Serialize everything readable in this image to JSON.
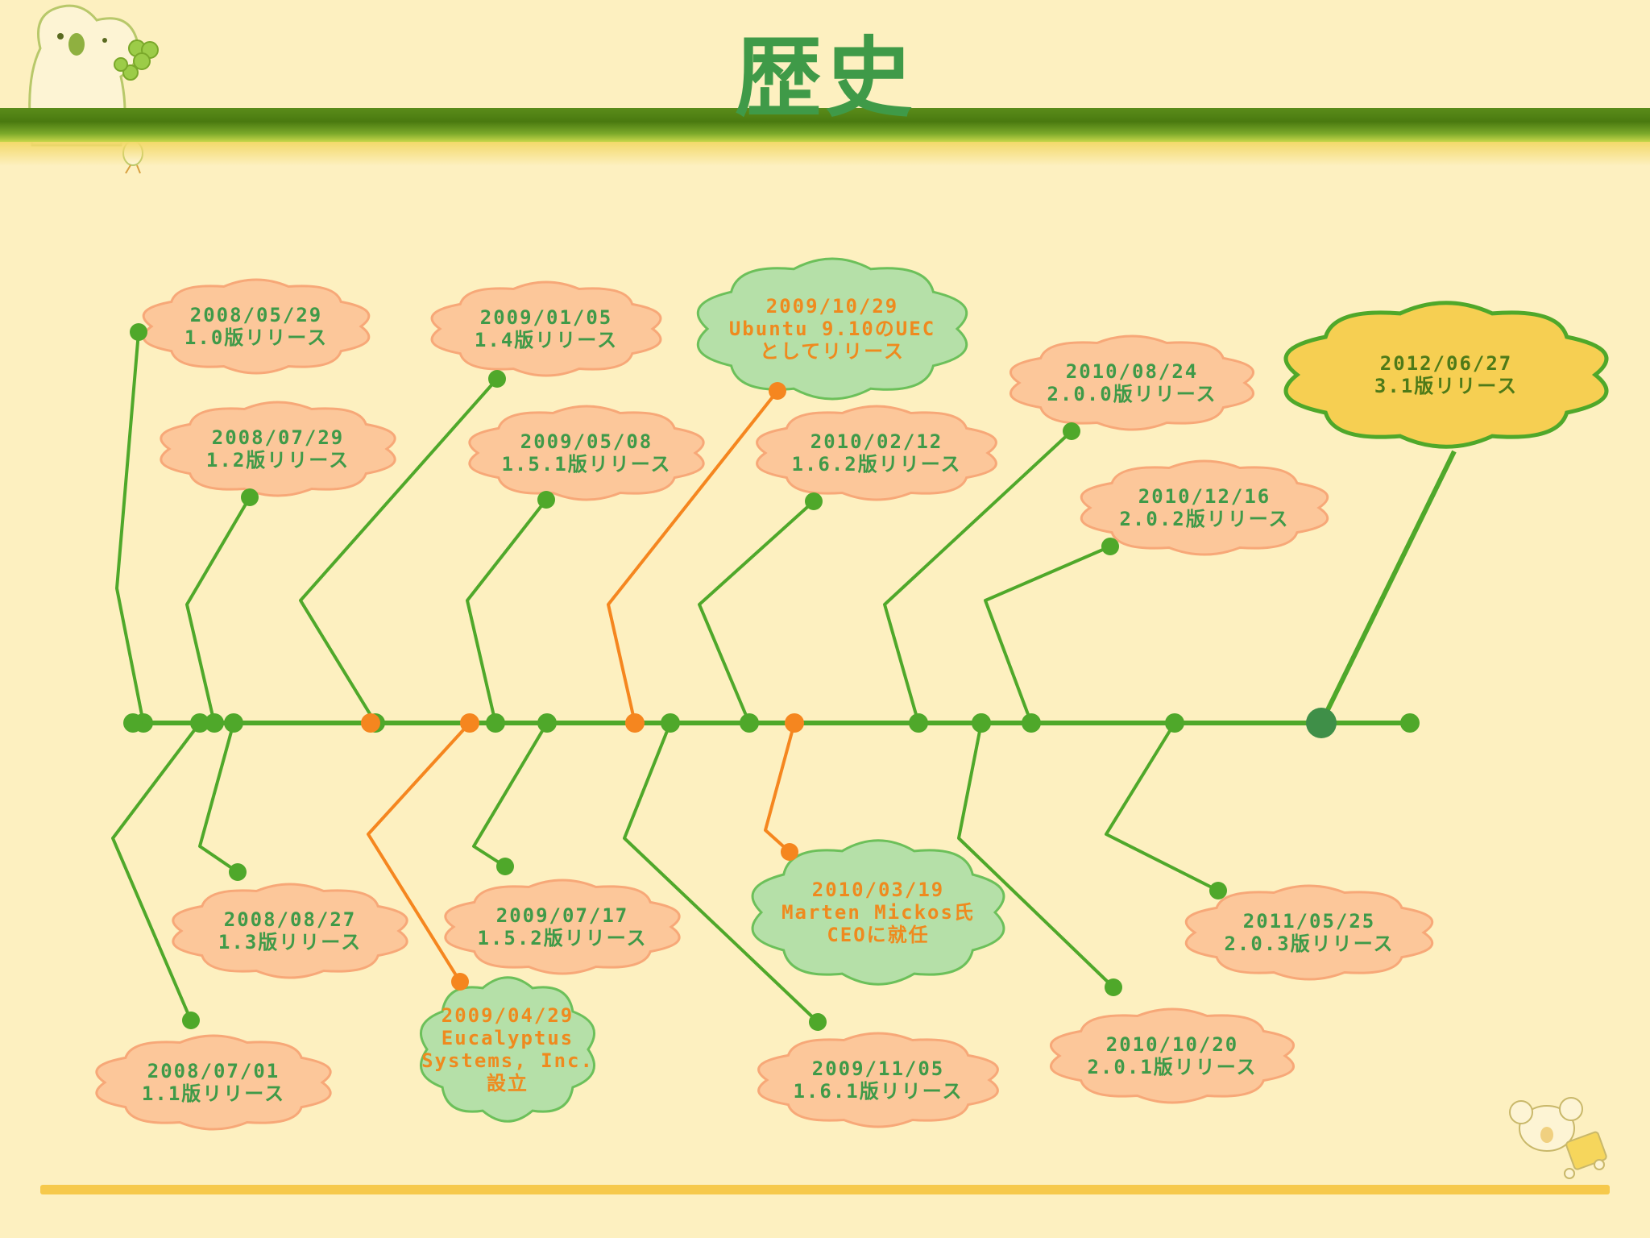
{
  "title": "歴史",
  "colors": {
    "background": "#fdf0c0",
    "line_green": "#4fa82a",
    "line_orange": "#f5861f",
    "balloon_release": "#fcc79a",
    "balloon_event": "#b5e0a8",
    "balloon_latest": "#f6cf52",
    "text_orange": "#ef8a1e",
    "text_green": "#3f9a48",
    "text_dark": "#4e7a18"
  },
  "decorations": [
    "koala-icon",
    "clover-icon",
    "bird-icon",
    "koala-with-cart-icon"
  ],
  "events": [
    {
      "date": "2008/05/29",
      "label": "1.0版リリース",
      "kind": "release"
    },
    {
      "date": "2008/07/01",
      "label": "1.1版リリース",
      "kind": "release"
    },
    {
      "date": "2008/07/29",
      "label": "1.2版リリース",
      "kind": "release"
    },
    {
      "date": "2008/08/27",
      "label": "1.3版リリース",
      "kind": "release"
    },
    {
      "date": "2009/01/05",
      "label": "1.4版リリース",
      "kind": "release"
    },
    {
      "date": "2009/04/29",
      "label": "Eucalyptus Systems, Inc. 設立",
      "kind": "event"
    },
    {
      "date": "2009/05/08",
      "label": "1.5.1版リリース",
      "kind": "release"
    },
    {
      "date": "2009/07/17",
      "label": "1.5.2版リリース",
      "kind": "release"
    },
    {
      "date": "2009/10/29",
      "label": "Ubuntu 9.10のUEC としてリリース",
      "kind": "event"
    },
    {
      "date": "2009/11/05",
      "label": "1.6.1版リリース",
      "kind": "release"
    },
    {
      "date": "2010/02/12",
      "label": "1.6.2版リリース",
      "kind": "release"
    },
    {
      "date": "2010/03/19",
      "label": "Marten Mickos氏 CEOに就任",
      "kind": "event"
    },
    {
      "date": "2010/08/24",
      "label": "2.0.0版リリース",
      "kind": "release"
    },
    {
      "date": "2010/10/20",
      "label": "2.0.1版リリース",
      "kind": "release"
    },
    {
      "date": "2010/12/16",
      "label": "2.0.2版リリース",
      "kind": "release"
    },
    {
      "date": "2011/05/25",
      "label": "2.0.3版リリース",
      "kind": "release"
    },
    {
      "date": "2012/06/27",
      "label": "3.1版リリース",
      "kind": "latest"
    }
  ]
}
